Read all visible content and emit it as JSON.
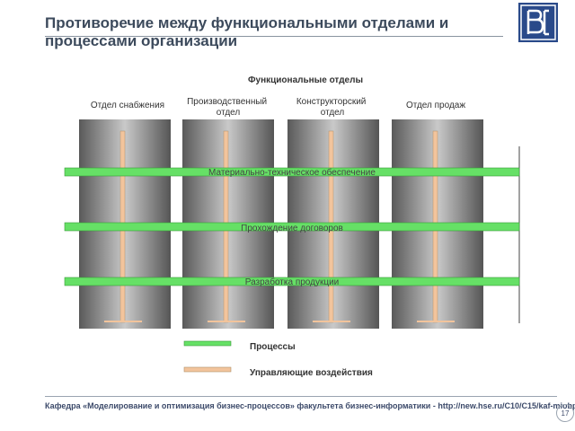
{
  "header": {
    "title": "Противоречие между функциональными отделами и процессами организации"
  },
  "diagram": {
    "group_label": "Функциональные отделы",
    "departments": [
      {
        "label": "Отдел снабжения"
      },
      {
        "label": "Производственный отдел"
      },
      {
        "label": "Конструкторский отдел"
      },
      {
        "label": "Отдел продаж"
      }
    ],
    "processes": [
      {
        "label": "Материально-техническое обеспечение"
      },
      {
        "label": "Прохождение договоров"
      },
      {
        "label": "Разработка продукции"
      }
    ],
    "legend": {
      "process_label": "Процессы",
      "control_label": "Управляющие воздействия"
    },
    "colors": {
      "process_bar": "#66e066",
      "control_bar": "#f2c49c",
      "column_dark": "#5a5a5a",
      "column_light": "#c8c8c8"
    }
  },
  "footer": {
    "text": "Кафедра «Моделирование и оптимизация бизнес-процессов» факультета бизнес-информатики - http://new.hse.ru/C10/C15/kaf-miobp",
    "page_number": "17"
  }
}
